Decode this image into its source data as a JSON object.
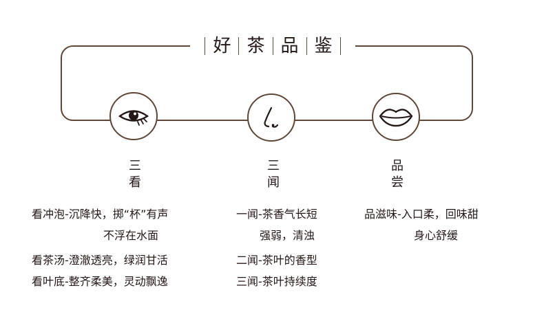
{
  "title": {
    "chars": [
      "好",
      "茶",
      "品",
      "鉴"
    ]
  },
  "sections": [
    {
      "icon": "eye-icon",
      "label": [
        "三",
        "看"
      ],
      "lines": [
        "看冲泡-沉降快，掷“杯”有声",
        "不浮在水面",
        "看茶汤-澄澈透亮，绿润甘活",
        "看叶底-整齐柔美，灵动飘逸"
      ]
    },
    {
      "icon": "nose-icon",
      "label": [
        "三",
        "闻"
      ],
      "lines": [
        "一闻-茶香气长短",
        "强弱，清浊",
        "二闻-茶叶的香型",
        "三闻-茶叶持续度"
      ]
    },
    {
      "icon": "lips-icon",
      "label": [
        "品",
        "尝"
      ],
      "lines": [
        "品滋味-入口柔，回味甜",
        "身心舒缓"
      ]
    }
  ],
  "colors": {
    "line": "#5e4637",
    "text": "#231815"
  }
}
